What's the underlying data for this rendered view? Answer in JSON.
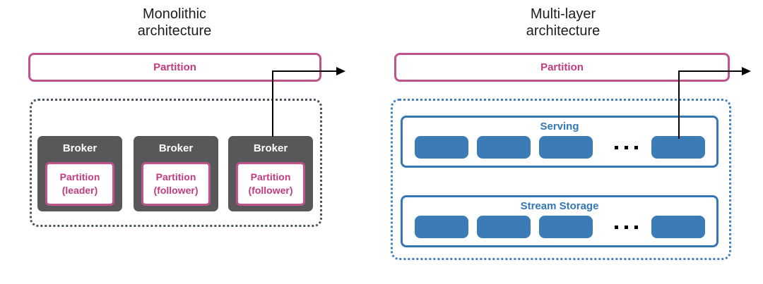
{
  "left_panel": {
    "title_line1": "Monolithic",
    "title_line2": "architecture",
    "partition_label": "Partition",
    "brokers": [
      {
        "label": "Broker",
        "partition_line1": "Partition",
        "partition_line2": "(leader)"
      },
      {
        "label": "Broker",
        "partition_line1": "Partition",
        "partition_line2": "(follower)"
      },
      {
        "label": "Broker",
        "partition_line1": "Partition",
        "partition_line2": "(follower)"
      }
    ]
  },
  "right_panel": {
    "title_line1": "Multi-layer",
    "title_line2": "architecture",
    "partition_label": "Partition",
    "layers": [
      {
        "label": "Serving",
        "visible_node_count": 4,
        "ellipsis": "..."
      },
      {
        "label": "Stream Storage",
        "visible_node_count": 4,
        "ellipsis": "..."
      }
    ]
  },
  "colors": {
    "pink_stroke": "#c0538c",
    "pink_text": "#c13b80",
    "broker_gray": "#58585a",
    "dark_dotted_border": "#4a545f",
    "blue_stroke": "#3577b4",
    "blue_fill": "#3b7cb6",
    "blue_dotted_border": "#4181c3",
    "arrow_black": "#000000",
    "title_text": "#1c1c1c"
  }
}
